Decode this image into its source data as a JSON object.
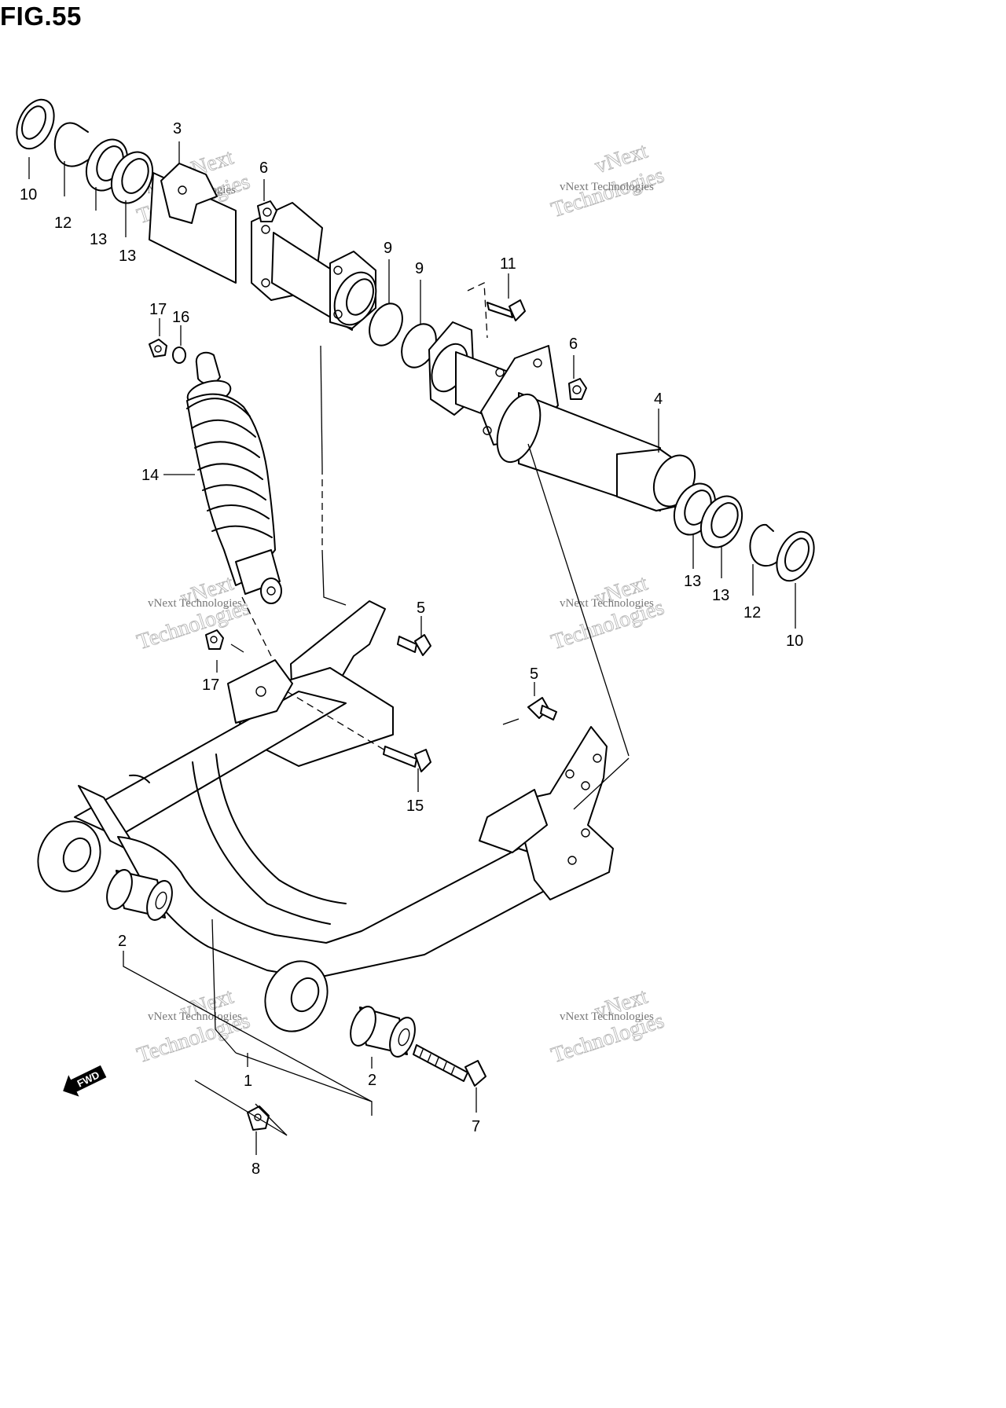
{
  "figure": {
    "title": "FIG.55"
  },
  "watermark": {
    "line1": "vNext Technologies",
    "line2": "Technologies",
    "line3": "vNext"
  },
  "fwd_label": "FWD",
  "callouts": {
    "c10a": "10",
    "c12a": "12",
    "c13a": "13",
    "c13b": "13",
    "c3": "3",
    "c6a": "6",
    "c9a": "9",
    "c9b": "9",
    "c11": "11",
    "c6b": "6",
    "c4": "4",
    "c17a": "17",
    "c16": "16",
    "c14": "14",
    "c13c": "13",
    "c13d": "13",
    "c12b": "12",
    "c10b": "10",
    "c5a": "5",
    "c17b": "17",
    "c5b": "5",
    "c15": "15",
    "c2a": "2",
    "c2b": "2",
    "c1": "1",
    "c7": "7",
    "c8": "8"
  }
}
